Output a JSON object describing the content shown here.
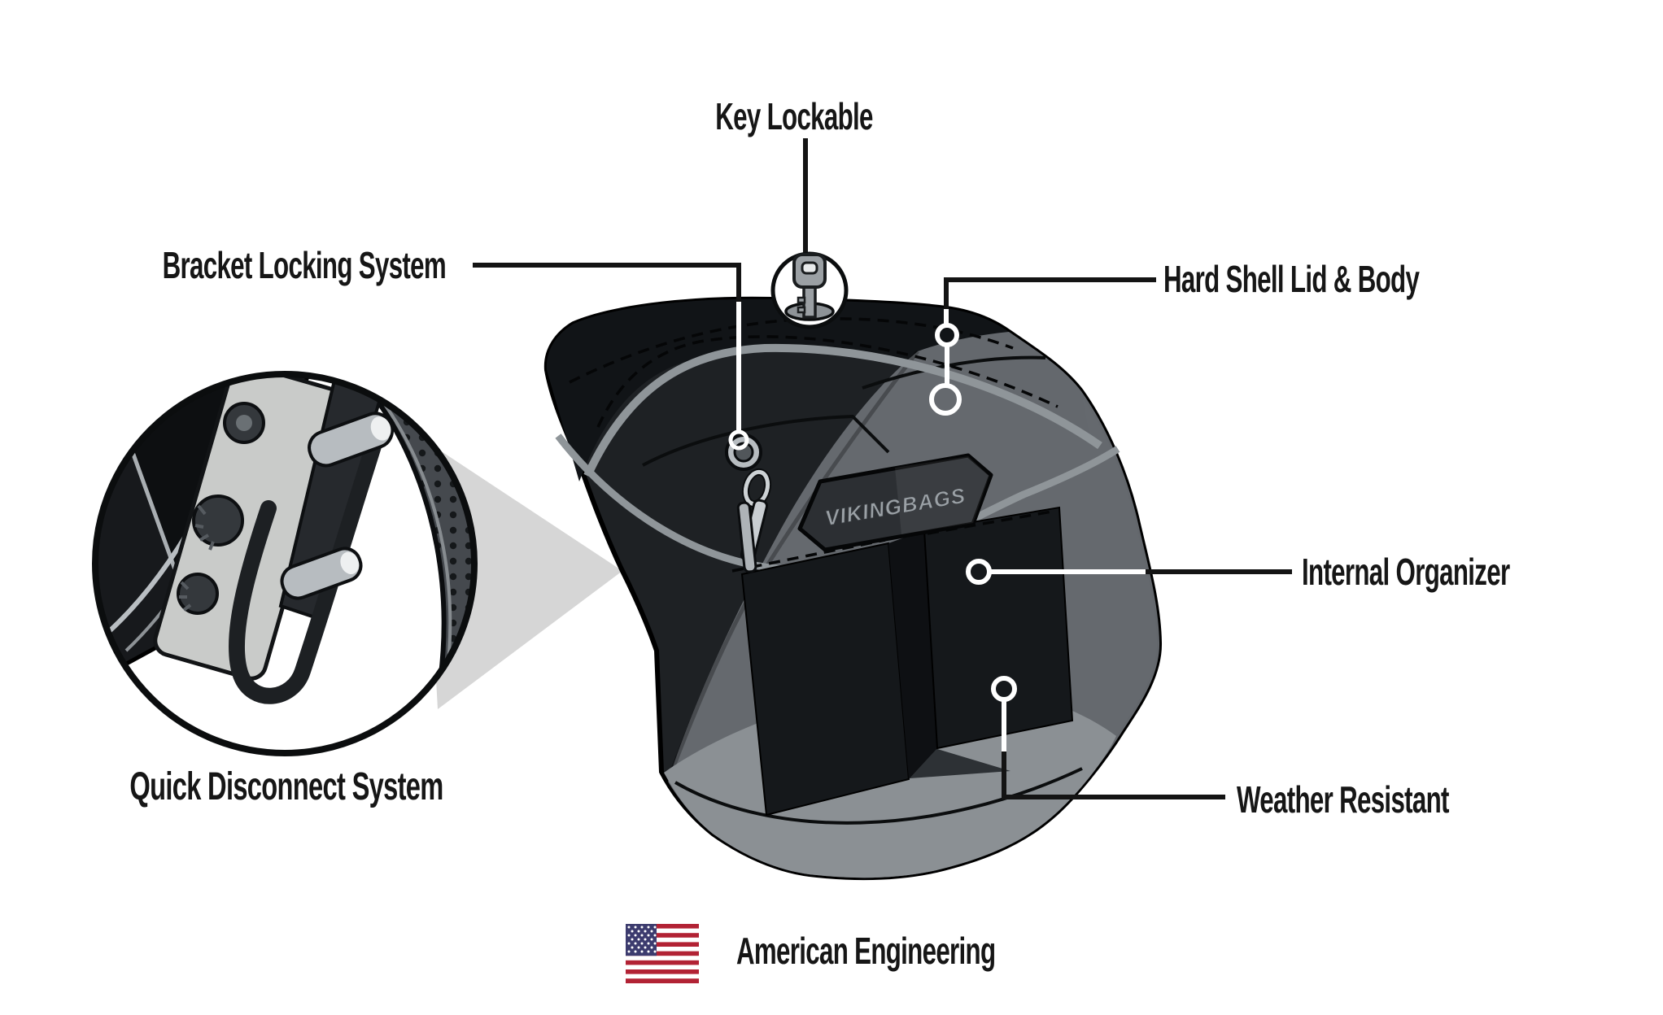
{
  "labels": {
    "key_lockable": "Key Lockable",
    "bracket_locking": "Bracket Locking System",
    "hard_shell": "Hard Shell Lid & Body",
    "internal_organizer": "Internal Organizer",
    "weather_resistant": "Weather Resistant",
    "quick_disconnect": "Quick Disconnect System",
    "american_engineering": "American Engineering"
  },
  "bag": {
    "brand_plate": "VIKINGBAGS"
  },
  "icons": {
    "key_icon": "key",
    "keyhole_icon": "keyhole-with-keys",
    "us_flag_icon": "united-states-flag",
    "callout_marker": "open-circle-marker",
    "inset_icon": "quick-disconnect-zoom-inset"
  },
  "colors": {
    "background": "#ffffff",
    "label_text": "#161616",
    "connector": "#141414",
    "marker_white": "#ffffff",
    "outline": "#000000",
    "shell": "#1e2124",
    "lid": "#111417",
    "interior_gray": "#6b7075",
    "bottom_gray": "#8b9094",
    "shadow_dark": "#2d3135",
    "piping": "#8f9599",
    "pocket": "#15181b",
    "divider": "#0e1013",
    "plate": "#2c2f33",
    "plate_text": "#9ba1a6",
    "metal_light": "#c9cbc9",
    "metal_mid": "#b7bcc0",
    "knob": "#34383c",
    "rod": "#1d2023",
    "perf_panel": "#45494e",
    "perf_dot": "#15181a",
    "wedge": "#d6d6d6",
    "key_gray": "#9ba0a4",
    "flag_red": "#B22234",
    "flag_blue": "#3C3B6E"
  }
}
